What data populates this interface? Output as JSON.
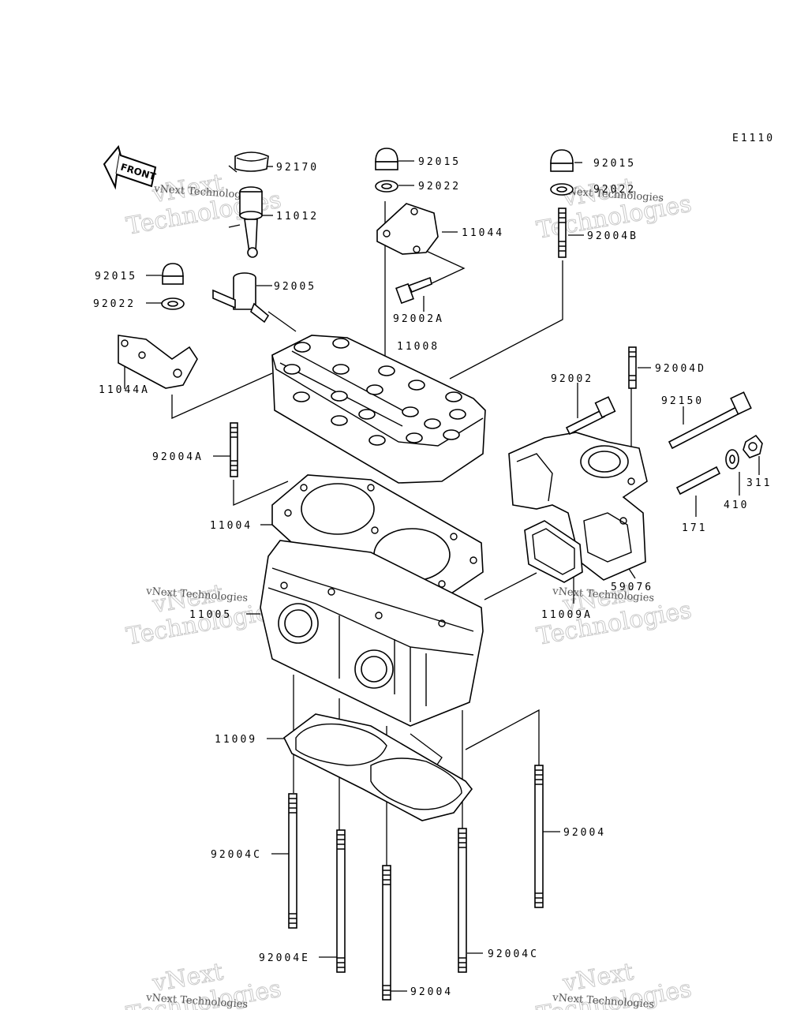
{
  "diagram_code": "E1110",
  "front_label": "FRONT",
  "labels": {
    "p92170": "92170",
    "p11012": "11012",
    "p92015_l": "92015",
    "p92022_l": "92022",
    "p92005": "92005",
    "p11044A": "11044A",
    "p92015_m": "92015",
    "p92022_m": "92022",
    "p11044": "11044",
    "p92002A": "92002A",
    "p11008": "11008",
    "p92015_r": "92015",
    "p92022_r": "92022",
    "p92004B": "92004B",
    "p92004D": "92004D",
    "p92002": "92002",
    "p92150": "92150",
    "p92004A": "92004A",
    "p311": "311",
    "p410": "410",
    "p171": "171",
    "p11004": "11004",
    "p59076": "59076",
    "p11005": "11005",
    "p11009A": "11009A",
    "p11009": "11009",
    "p92004": "92004",
    "p92004C_l": "92004C",
    "p92004E": "92004E",
    "p92004C_r": "92004C",
    "p92004_b": "92004"
  },
  "watermark": {
    "brand": "vNext",
    "company": "Technologies",
    "full": "vNext Technologies"
  }
}
